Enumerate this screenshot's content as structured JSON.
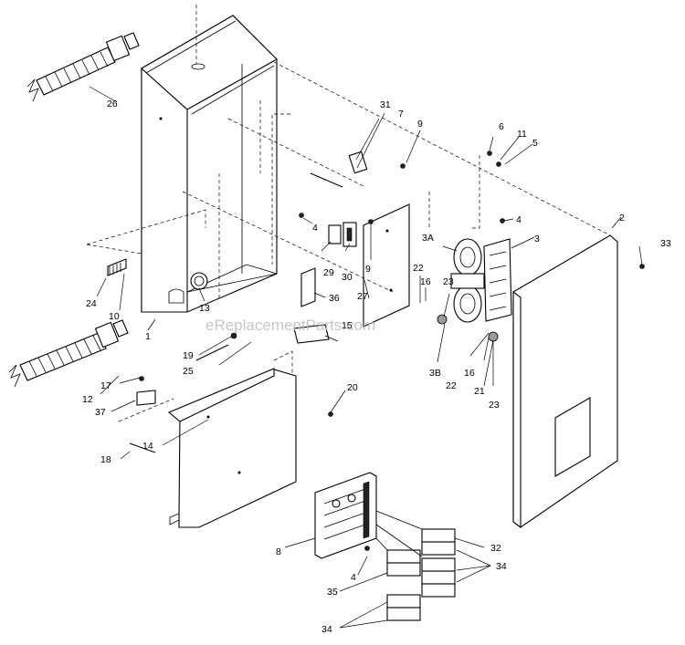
{
  "watermark": "eReplacementParts.com",
  "callouts": {
    "c1": "1",
    "c2": "2",
    "c3": "3",
    "c3a": "3A",
    "c3b": "3B",
    "c4a": "4",
    "c4b": "4",
    "c4c": "4",
    "c5": "5",
    "c6": "6",
    "c7": "7",
    "c8": "8",
    "c9a": "9",
    "c9b": "9",
    "c10": "10",
    "c11": "11",
    "c12": "12",
    "c13": "13",
    "c14": "14",
    "c15": "15",
    "c16a": "16",
    "c16b": "16",
    "c17": "17",
    "c18": "18",
    "c19": "19",
    "c20": "20",
    "c21": "21",
    "c22a": "22",
    "c22b": "22",
    "c23a": "23",
    "c23b": "23",
    "c24": "24",
    "c25": "25",
    "c26": "26",
    "c27": "27",
    "c29": "29",
    "c30": "30",
    "c31": "31",
    "c32": "32",
    "c33": "33",
    "c34a": "34",
    "c34b": "34",
    "c35": "35",
    "c36": "36",
    "c37": "37"
  }
}
